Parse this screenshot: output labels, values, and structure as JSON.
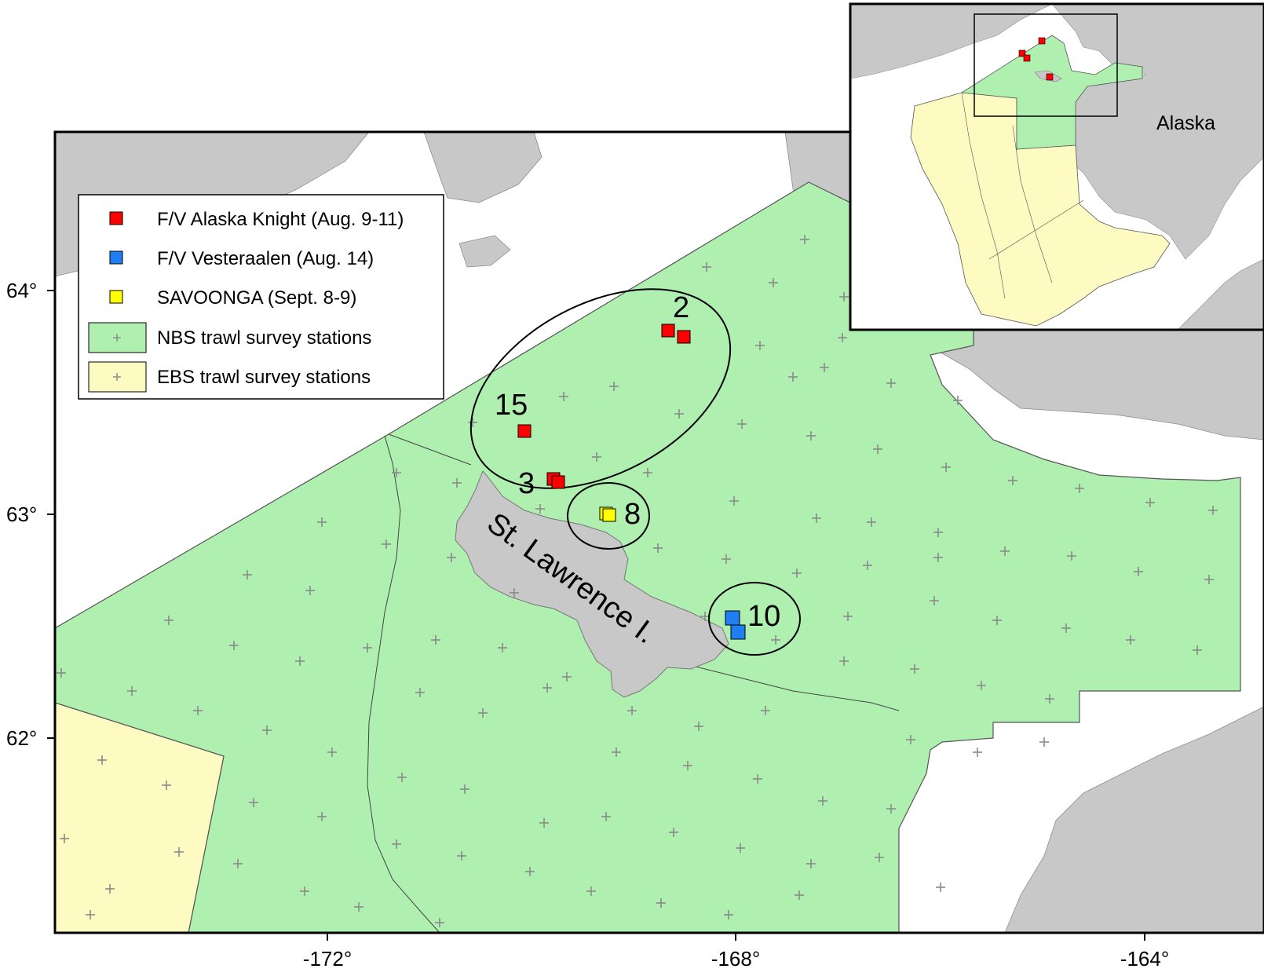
{
  "colors": {
    "nbs_fill": "#aff0b0",
    "ebs_fill": "#fdfac2",
    "land_fill": "#c8c8c8",
    "alaska_knight": "#ff0000",
    "vesteraalen": "#1f7ff2",
    "savoonga": "#ffff00",
    "station_marker": "#8a8a8a"
  },
  "axes": {
    "x_ticks": [
      "-172°",
      "-168°",
      "-164°"
    ],
    "y_ticks": [
      "64°",
      "63°",
      "62°"
    ]
  },
  "legend": {
    "items": [
      {
        "label": "F/V Alaska Knight (Aug. 9-11)",
        "symbol": "red-square"
      },
      {
        "label": "F/V Vesteraalen (Aug. 14)",
        "symbol": "blue-square"
      },
      {
        "label": "SAVOONGA (Sept. 8-9)",
        "symbol": "yellow-square"
      },
      {
        "label": "NBS trawl survey stations",
        "symbol": "green-swatch-plus"
      },
      {
        "label": "EBS trawl survey stations",
        "symbol": "yellow-swatch-plus"
      }
    ]
  },
  "labels": {
    "island": "St. Lawrence I.",
    "cluster_2": "2",
    "cluster_15": "15",
    "cluster_3": "3",
    "cluster_8": "8",
    "cluster_10": "10",
    "inset_alaska": "Alaska"
  }
}
